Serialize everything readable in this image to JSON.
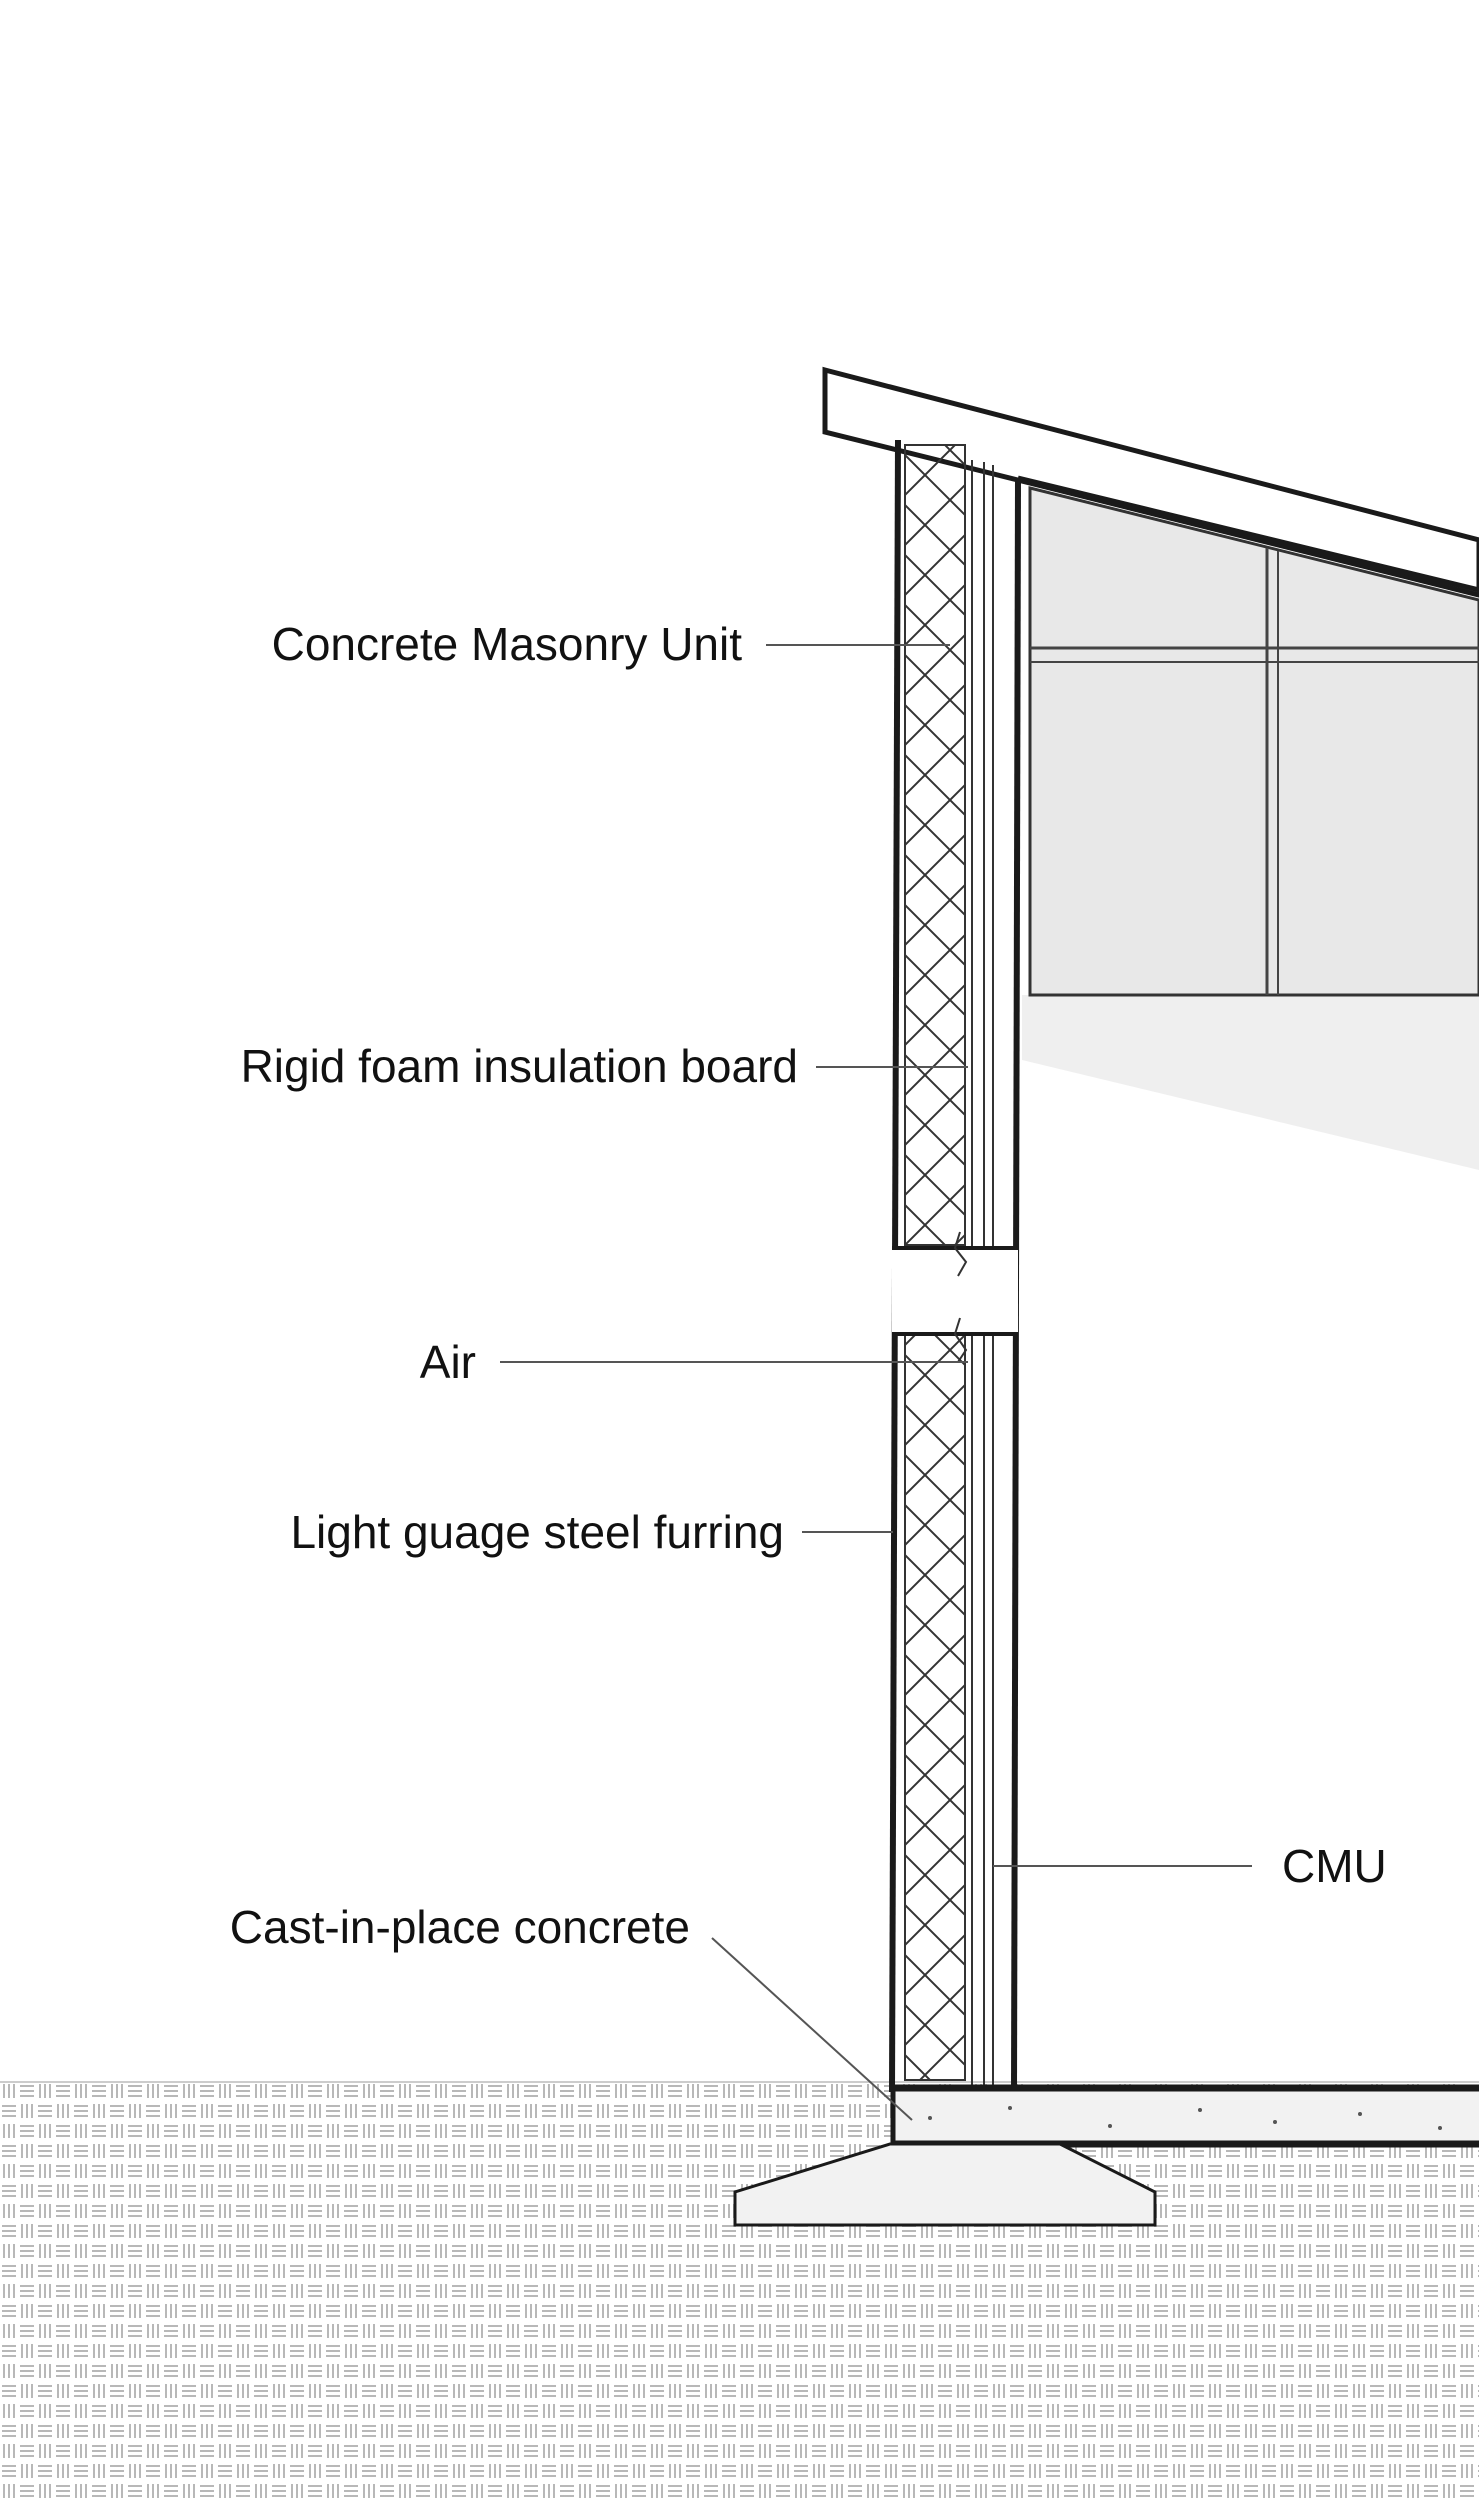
{
  "labels": {
    "cmu_unit": "Concrete Masonry Unit",
    "rigid_foam": "Rigid foam insulation board",
    "air": "Air",
    "steel_furring": "Light guage steel furring",
    "cmu": "CMU",
    "cast_concrete": "Cast-in-place concrete"
  },
  "colors": {
    "line": "#1a1a1a",
    "window_glass": "#e8e8e8",
    "shadow": "#efefef",
    "soil_pattern": "#b8b8b8",
    "concrete_fill": "#f2f2f2"
  },
  "icons": {
    "soil": "soil-hatch-pattern",
    "insulation": "cross-hatch-pattern"
  }
}
